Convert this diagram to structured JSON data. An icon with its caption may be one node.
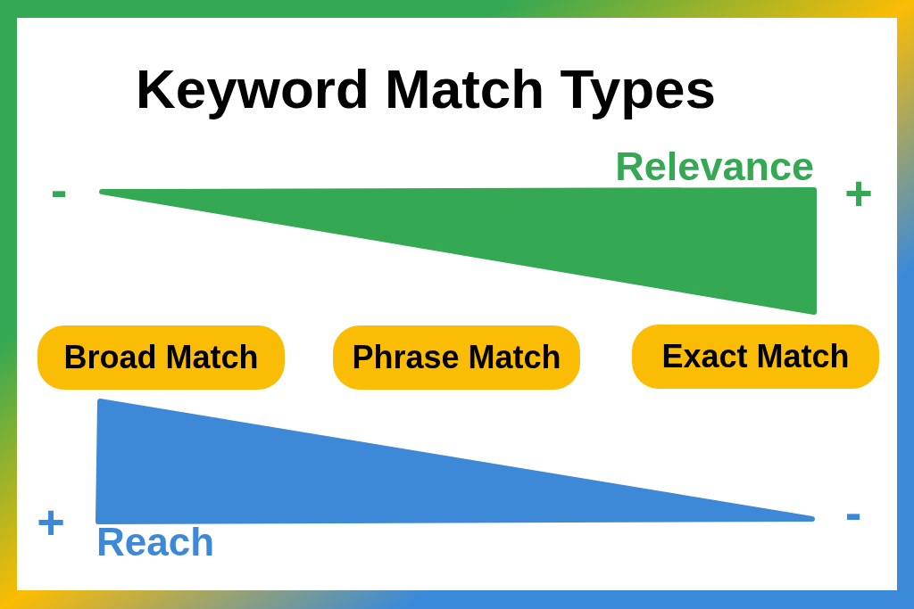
{
  "diagram": {
    "title": "Keyword Match Types",
    "nodes": [
      {
        "text": [],
        "shape": "triangle",
        "beside": [
          "Relevance",
          "-",
          "+"
        ]
      },
      {
        "text": [
          "Broad Match"
        ]
      },
      {
        "text": [
          "Phrase Match"
        ]
      },
      {
        "text": [
          "Exact Match"
        ]
      },
      {
        "text": [],
        "shape": "triangle",
        "beside": [
          "+",
          "-",
          "Reach"
        ]
      }
    ]
  }
}
